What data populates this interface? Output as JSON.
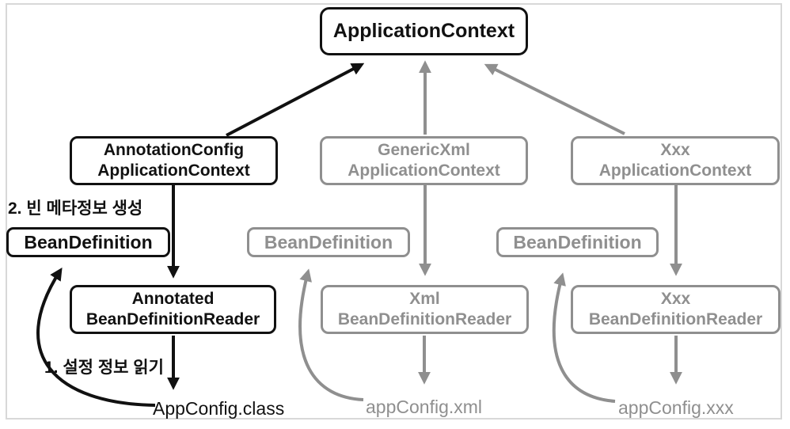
{
  "colors": {
    "ink": "#111111",
    "gray": "#8f8f8f",
    "frame": "#d8d8d8",
    "background": "#ffffff"
  },
  "diagram": {
    "boxes": {
      "application_context": "ApplicationContext",
      "annotation_config_application_context": "AnnotationConfig\nApplicationContext",
      "generic_xml_application_context": "GenericXml\nApplicationContext",
      "xxx_application_context": "Xxx\nApplicationContext",
      "bean_definition_left": "BeanDefinition",
      "bean_definition_middle": "BeanDefinition",
      "bean_definition_right": "BeanDefinition",
      "annotated_bean_definition_reader": "Annotated\nBeanDefinitionReader",
      "xml_bean_definition_reader": "Xml\nBeanDefinitionReader",
      "xxx_bean_definition_reader": "Xxx\nBeanDefinitionReader"
    },
    "annotations": {
      "step_2": "2. 빈 메타정보 생성",
      "step_1": "1. 설정 정보 읽기"
    },
    "files": {
      "app_config_class": "AppConfig.class",
      "app_config_xml": "appConfig.xml",
      "app_config_xxx": "appConfig.xxx"
    }
  }
}
